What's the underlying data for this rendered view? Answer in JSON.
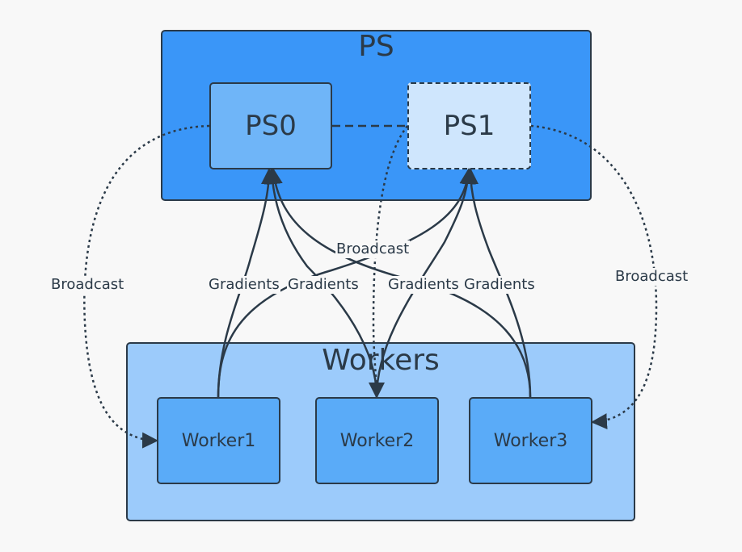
{
  "groups": {
    "ps": {
      "title": "PS"
    },
    "workers": {
      "title": "Workers"
    }
  },
  "nodes": {
    "ps0": "PS0",
    "ps1": "PS1",
    "worker1": "Worker1",
    "worker2": "Worker2",
    "worker3": "Worker3"
  },
  "edges": {
    "broadcast_ps0_worker1": "Broadcast",
    "broadcast_ps1_worker2": "Broadcast",
    "broadcast_ps1_worker3": "Broadcast",
    "gradients_1": "Gradients",
    "gradients_2": "Gradients",
    "gradients_3": "Gradients",
    "gradients_4": "Gradients"
  },
  "colors": {
    "ps_group": "#3a96f8",
    "workers_group": "#9ccbfb",
    "ps0_fill": "#6fb5f8",
    "ps1_fill": "#cfe6fd",
    "worker_fill": "#5aabf8",
    "stroke": "#2b3a48"
  }
}
